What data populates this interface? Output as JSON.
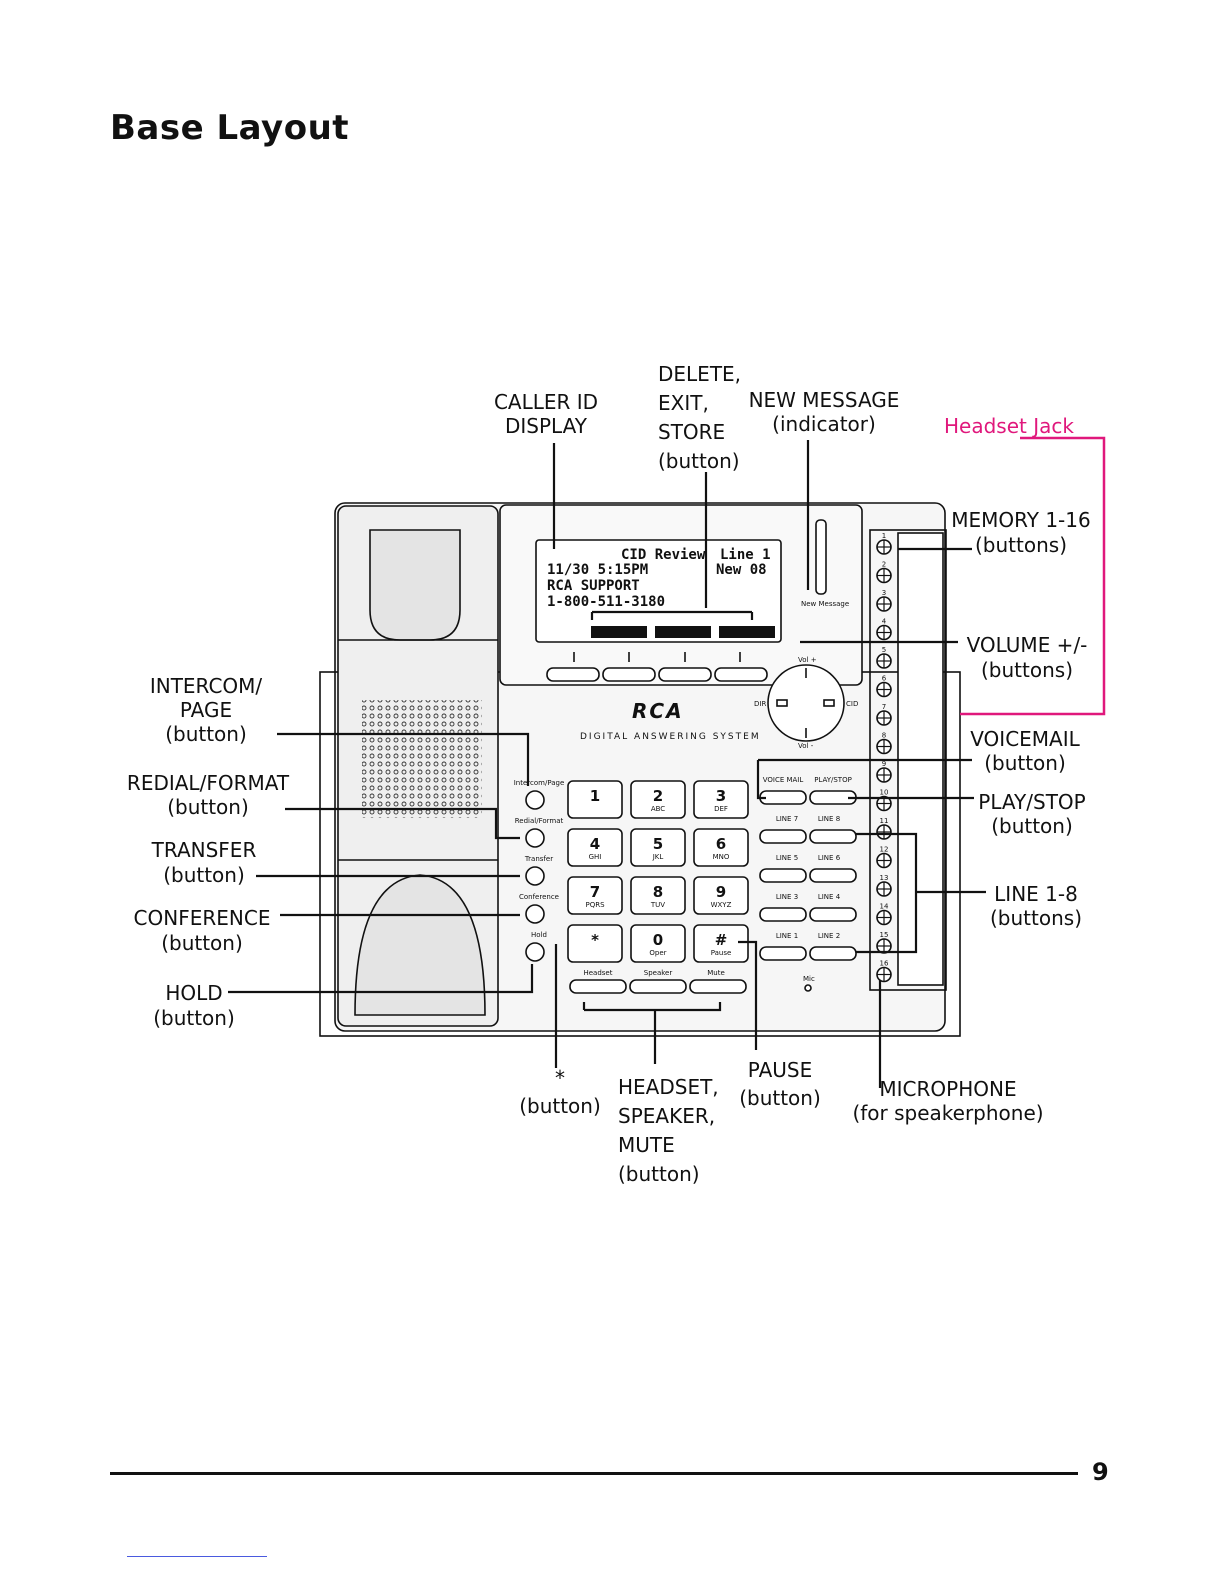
{
  "page": {
    "title": "Base Layout",
    "page_number": "9"
  },
  "callouts": {
    "caller_id": [
      "CALLER ID",
      "DISPLAY"
    ],
    "delete_exit_store": [
      "DELETE,",
      "EXIT,",
      "STORE",
      "(button)"
    ],
    "new_message": [
      "NEW MESSAGE",
      "(indicator)"
    ],
    "headset_jack": "Headset Jack",
    "memory": [
      "MEMORY 1-16",
      "(buttons)"
    ],
    "volume": [
      "VOLUME +/-",
      "(buttons)"
    ],
    "voicemail": [
      "VOICEMAIL",
      "(button)"
    ],
    "play_stop": [
      "PLAY/STOP",
      "(button)"
    ],
    "line": [
      "LINE 1-8",
      "(buttons)"
    ],
    "intercom": [
      "INTERCOM/",
      "PAGE",
      "(button)"
    ],
    "redial": [
      "REDIAL/FORMAT",
      "(button)"
    ],
    "transfer": [
      "TRANSFER",
      "(button)"
    ],
    "conference": [
      "CONFERENCE",
      "(button)"
    ],
    "hold": [
      "HOLD",
      "(button)"
    ],
    "star": [
      "*",
      "(button)"
    ],
    "headset_speaker_mute": [
      "HEADSET,",
      "SPEAKER,",
      "MUTE",
      "(button)"
    ],
    "pause": [
      "PAUSE",
      "(button)"
    ],
    "microphone": [
      "MICROPHONE",
      "(for speakerphone)"
    ]
  },
  "lcd": {
    "header_left": "CID Review",
    "header_right": "Line 1",
    "line1": "11/30 5:15PM",
    "line1_right": "New 08",
    "line2": "RCA SUPPORT",
    "line3": "1-800-511-3180"
  },
  "device": {
    "brand": "RCA",
    "subbrand": "DIGITAL ANSWERING SYSTEM",
    "new_message_label": "New Message",
    "vol_plus": "Vol +",
    "vol_minus": "Vol -",
    "dir": "DIR",
    "cid": "CID",
    "mic": "Mic",
    "left_buttons": [
      "Intercom/Page",
      "Redial/Format",
      "Transfer",
      "Conference",
      "Hold"
    ],
    "bottom_buttons": [
      "Headset",
      "Speaker",
      "Mute"
    ],
    "voicemail": "VOICE MAIL",
    "playstop": "PLAY/STOP",
    "line_labels": [
      [
        "LINE 7",
        "LINE 8"
      ],
      [
        "LINE 5",
        "LINE 6"
      ],
      [
        "LINE 3",
        "LINE 4"
      ],
      [
        "LINE 1",
        "LINE 2"
      ]
    ],
    "keys": [
      {
        "num": "1",
        "sub": ""
      },
      {
        "num": "2",
        "sub": "ABC"
      },
      {
        "num": "3",
        "sub": "DEF"
      },
      {
        "num": "4",
        "sub": "GHI"
      },
      {
        "num": "5",
        "sub": "JKL"
      },
      {
        "num": "6",
        "sub": "MNO"
      },
      {
        "num": "7",
        "sub": "PQRS"
      },
      {
        "num": "8",
        "sub": "TUV"
      },
      {
        "num": "9",
        "sub": "WXYZ"
      },
      {
        "num": "*",
        "sub": ""
      },
      {
        "num": "0",
        "sub": "Oper"
      },
      {
        "num": "#",
        "sub": "Pause"
      }
    ],
    "memory_numbers": [
      "1",
      "2",
      "3",
      "4",
      "5",
      "6",
      "7",
      "8",
      "9",
      "10",
      "11",
      "12",
      "13",
      "14",
      "15",
      "16"
    ]
  },
  "colors": {
    "ink": "#111111",
    "accent_pink": "#e0187c",
    "device_fill": "#f3f3f3",
    "lcd_fill": "#ffffff"
  }
}
